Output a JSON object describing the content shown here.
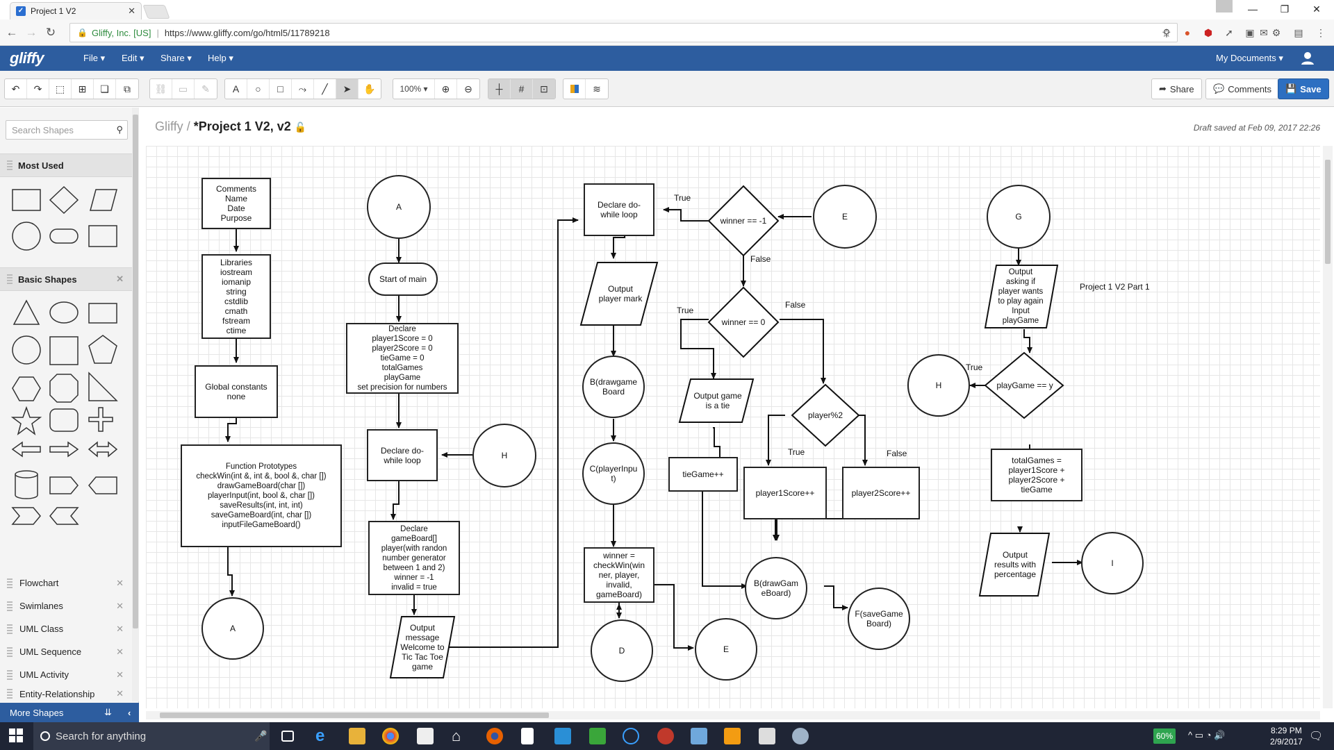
{
  "browser": {
    "tab_title": "Project 1 V2",
    "secure_label": "Gliffy, Inc. [US]",
    "url": "https://www.gliffy.com/go/html5/11789218"
  },
  "app": {
    "logo": "gliffy",
    "menus": [
      "File",
      "Edit",
      "Share",
      "Help"
    ],
    "my_documents": "My Documents"
  },
  "toolbar": {
    "zoom": "100%",
    "share_label": "Share",
    "comments_label": "Comments",
    "save_label": "Save"
  },
  "left_panel": {
    "search_placeholder": "Search Shapes",
    "most_used": "Most Used",
    "basic_shapes": "Basic Shapes",
    "libraries": [
      "Flowchart",
      "Swimlanes",
      "UML Class",
      "UML Sequence",
      "UML Activity",
      "Entity-Relationship"
    ],
    "more_shapes": "More Shapes"
  },
  "document": {
    "breadcrumb_root": "Gliffy",
    "breadcrumb_sep": "/",
    "name": "*Project 1 V2, v2",
    "draft_status": "Draft saved at Feb 09, 2017 22:26"
  },
  "diagram": {
    "nodes": {
      "comments": "Comments\nName\nDate\nPurpose",
      "libraries": "Libraries\niostream\niomanip\nstring\ncstdlib\ncmath\nfstream\nctime",
      "globals": "Global constants\nnone",
      "prototypes": "Function Prototypes\ncheckWin(int &, int &, bool &, char [])\ndrawGameBoard(char [])\nplayerInput(int, bool &, char [])\nsaveResults(int, int, int)\nsaveGameBoard(int, char [])\ninputFileGameBoard()",
      "conn_a1": "A",
      "conn_a2": "A",
      "start_main": "Start of main",
      "declare_scores": "Declare\nplayer1Score = 0\nplayer2Score = 0\ntieGame = 0\ntotalGames\nplayGame\nset precision for numbers",
      "declare_while1": "Declare do-\nwhile loop",
      "conn_h1": "H",
      "declare_board": "Declare\ngameBoard[]\nplayer(with randon\nnumber generator\nbetween 1 and 2)\nwinner = -1\ninvalid = true",
      "output_welcome": "Output\nmessage\nWelcome to\nTic Tac Toe\ngame",
      "declare_while2": "Declare do-\nwhile loop",
      "output_mark": "Output\nplayer mark",
      "b_draw1": "B(drawgame\nBoard",
      "c_input": "C(playerInpu\nt)",
      "winner_check": "winner =\ncheckWin(win\nner, player,\ninvalid,\ngameBoard)",
      "conn_d": "D",
      "conn_e1": "E",
      "winner_neg1": "winner == -1",
      "conn_e2": "E",
      "winner_0": "winner == 0",
      "output_tie": "Output game\nis a tie",
      "tie_inc": "tieGame++",
      "player_mod": "player%2",
      "p1_inc": "player1Score++",
      "p2_inc": "player2Score++",
      "b_draw2": "B(drawGam\neBoard)",
      "f_save": "F(saveGame\nBoard)",
      "conn_g": "G",
      "output_ask": "Output\nasking if\nplayer wants\nto play again\nInput\nplayGame",
      "title_note": "Project 1 V2 Part 1",
      "play_check": "playGame == y",
      "conn_h2": "H",
      "total_games": "totalGames =\nplayer1Score +\nplayer2Score +\ntieGame",
      "output_results": "Output\nresults with\npercentage",
      "conn_i": "I"
    },
    "labels": {
      "t1": "True",
      "f1": "False",
      "t2": "True",
      "f2": "False",
      "t3": "True",
      "f3": "False",
      "t4": "True"
    }
  },
  "taskbar": {
    "search_placeholder": "Search for anything",
    "battery": "60%",
    "time": "8:29 PM",
    "date": "2/9/2017"
  }
}
